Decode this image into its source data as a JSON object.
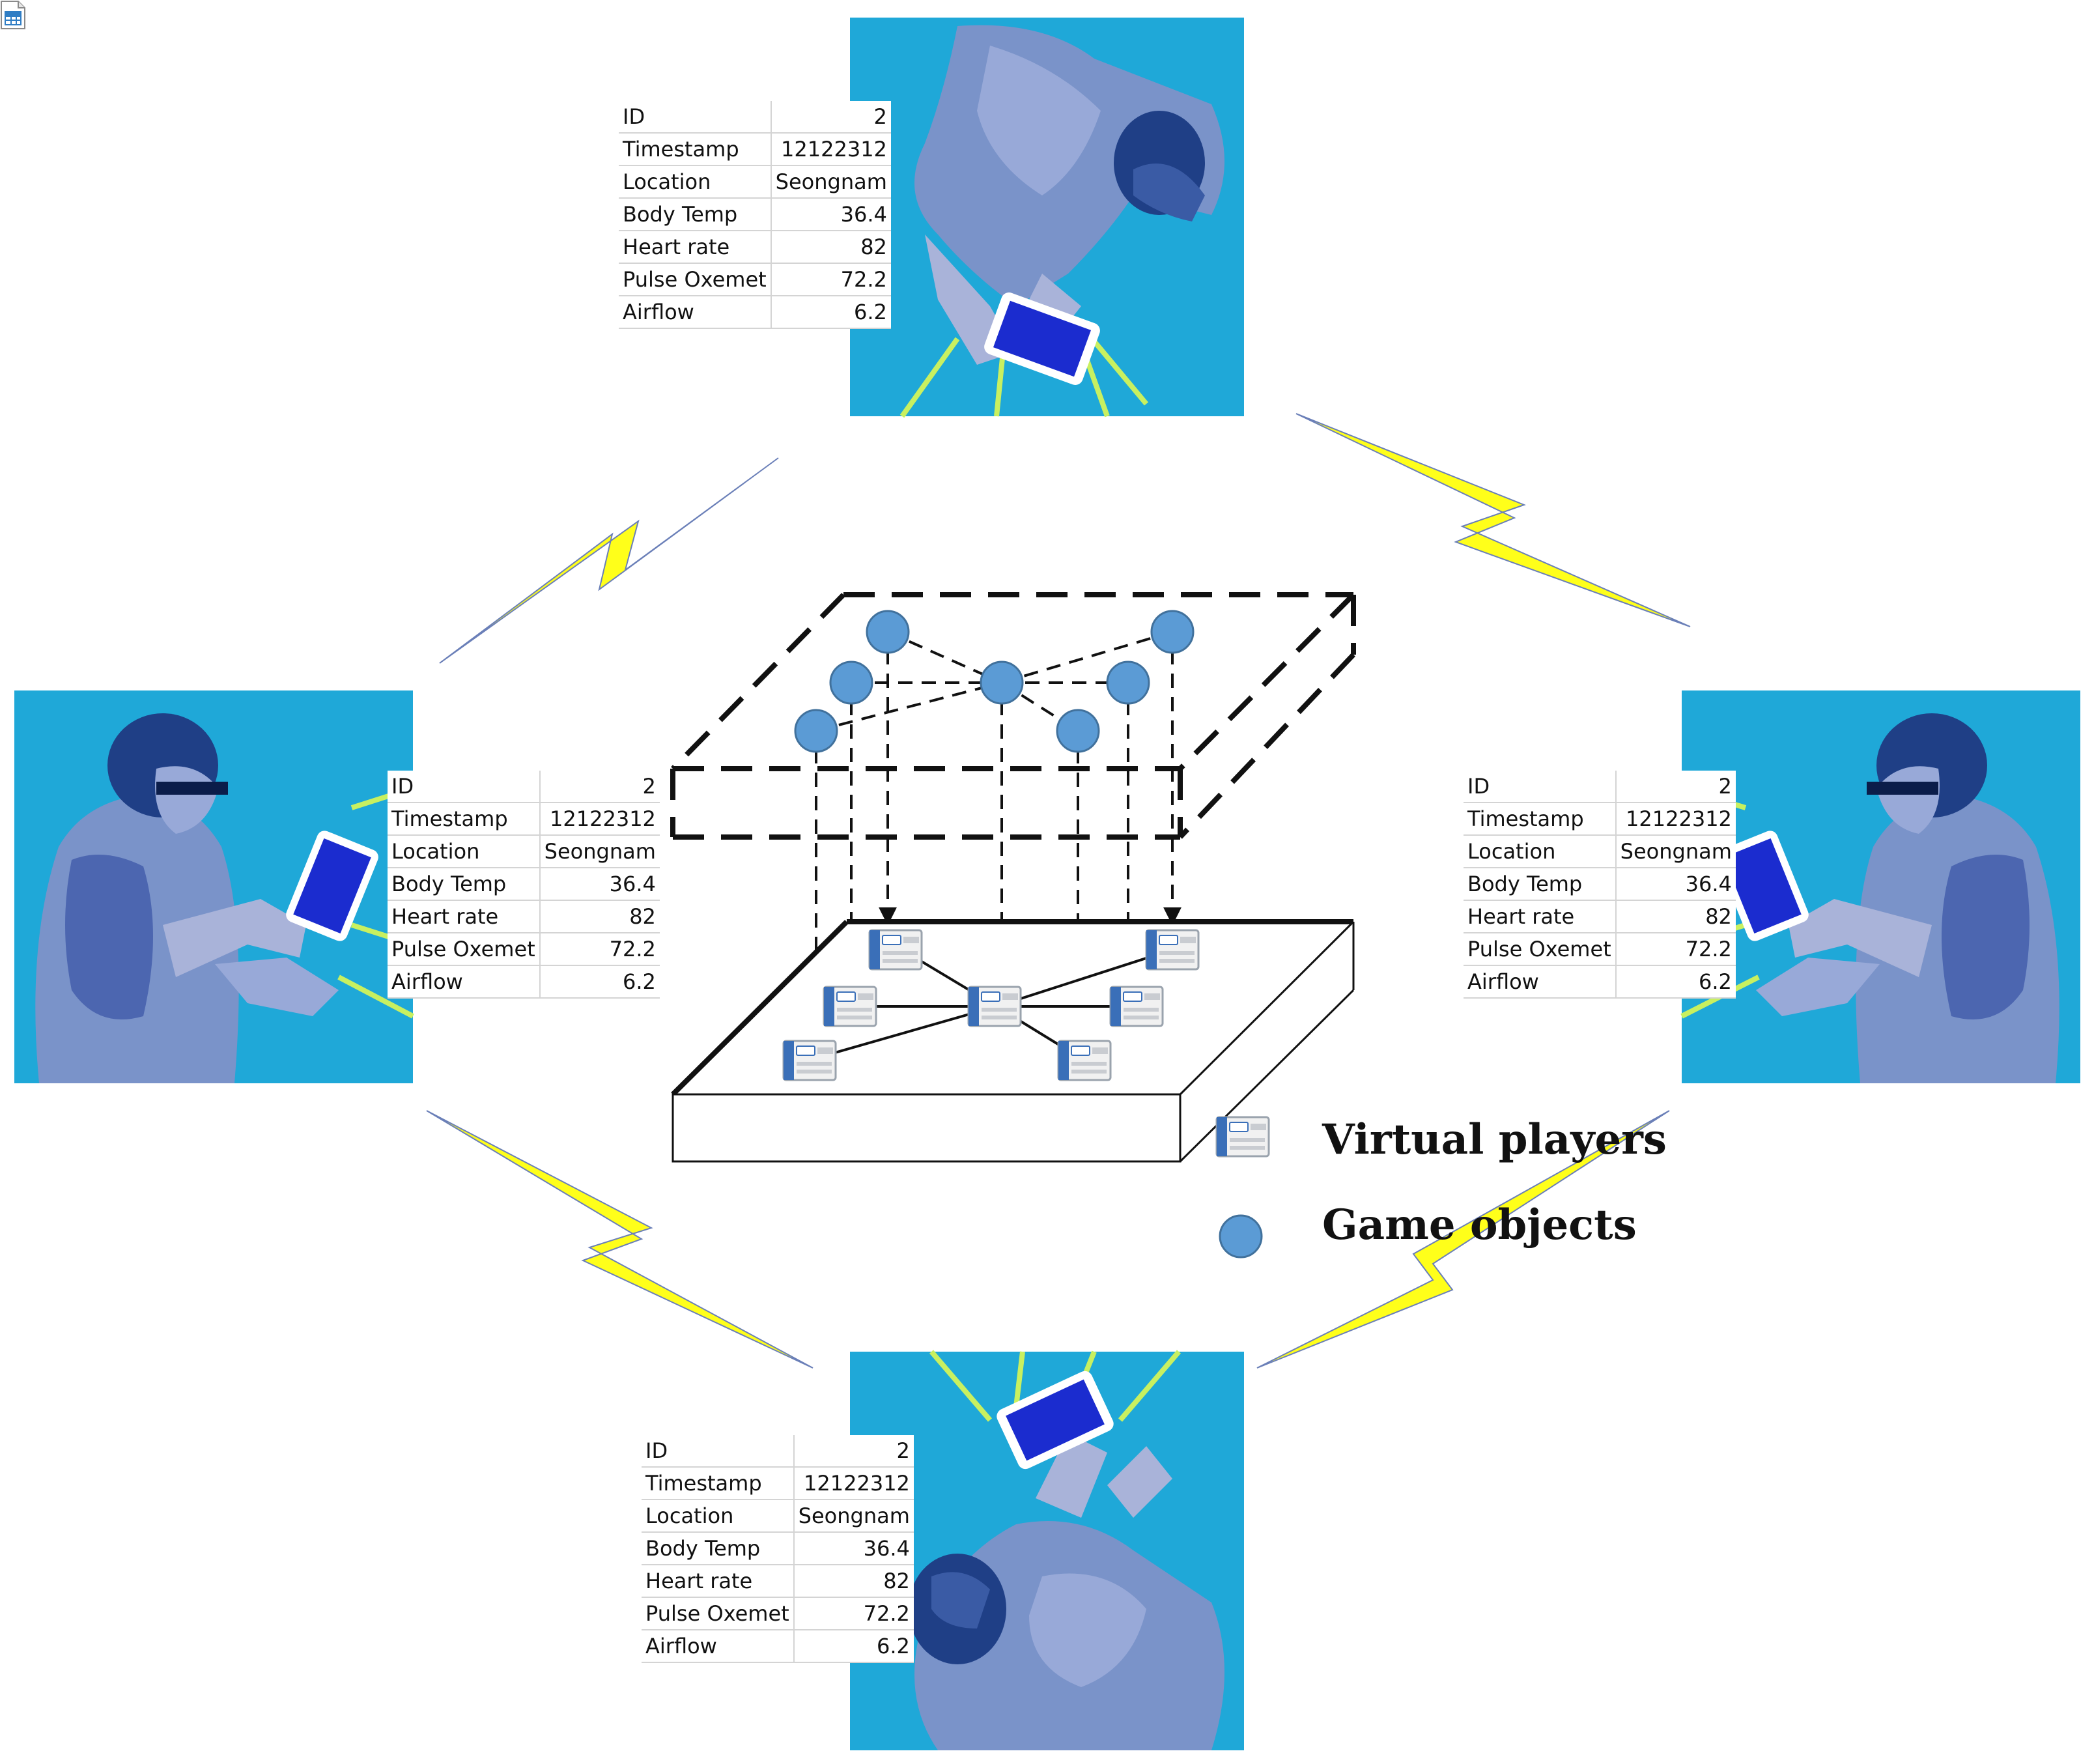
{
  "record_table": {
    "rows": [
      {
        "key": "ID",
        "value": "2"
      },
      {
        "key": "Timestamp",
        "value": "12122312"
      },
      {
        "key": "Location",
        "value": "Seongnam"
      },
      {
        "key": "Body Temp",
        "value": "36.4"
      },
      {
        "key": "Heart rate",
        "value": "82"
      },
      {
        "key": "Pulse Oxemet",
        "value": "72.2"
      },
      {
        "key": "Airflow",
        "value": "6.2"
      }
    ]
  },
  "legend": {
    "virtual_players": "Virtual players",
    "game_objects": "Game objects"
  },
  "colors": {
    "panel_bg": "#1fa8d8",
    "node_fill": "#5b9bd5",
    "lightning": "#ffff1a",
    "device_board": "#3a6fb8"
  }
}
